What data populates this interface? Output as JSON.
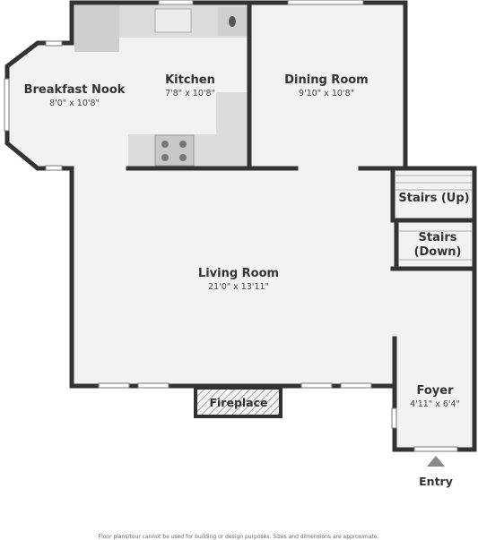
{
  "rooms": {
    "breakfast_nook": {
      "name": "Breakfast Nook",
      "dims": "8'0\" x 10'8\""
    },
    "kitchen": {
      "name": "Kitchen",
      "dims": "7'8\" x 10'8\""
    },
    "dining_room": {
      "name": "Dining Room",
      "dims": "9'10\" x 10'8\""
    },
    "living_room": {
      "name": "Living Room",
      "dims": "21'0\" x 13'11\""
    },
    "foyer": {
      "name": "Foyer",
      "dims": "4'11\" x 6'4\""
    }
  },
  "stairs_up": "Stairs (Up)",
  "stairs_down_line1": "Stairs",
  "stairs_down_line2": "(Down)",
  "fireplace": "Fireplace",
  "entry": "Entry",
  "footer": "Floor plans/tour cannot be used for building or design purposes. Sizes and dimensions are approximate.",
  "colors": {
    "wall": "#333333",
    "floor": "#f2f2f2",
    "fixture": "#d0d0d0"
  }
}
